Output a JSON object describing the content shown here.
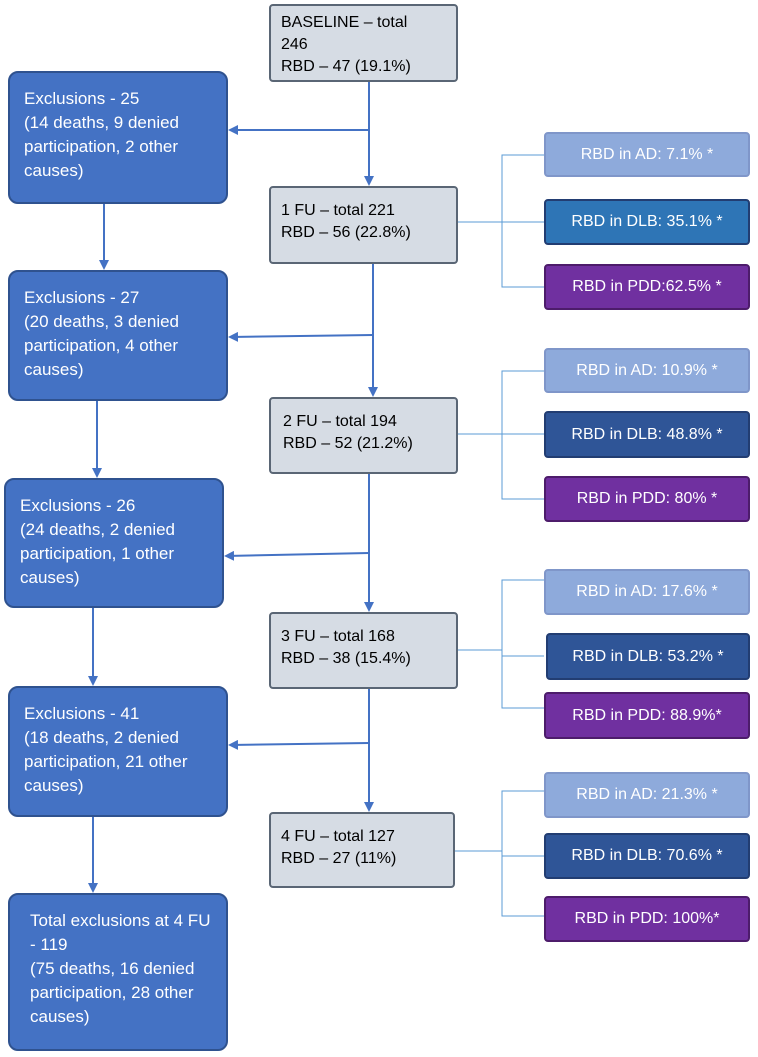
{
  "colors": {
    "stage_fill": "#d6dce4",
    "exclusion_fill": "#4472c4",
    "ad_fill": "#8eaadb",
    "dlb_fill": "#2f5597",
    "dlb_fill_alt": "#2e75b6",
    "pdd_fill": "#7030a0",
    "connector": "#4472c4"
  },
  "stages": [
    {
      "id": "baseline",
      "line1": "BASELINE – total",
      "line2": "246",
      "line3": "RBD – 47 (19.1%)"
    },
    {
      "id": "fu1",
      "line1": "1 FU – total 221",
      "line2": "RBD – 56 (22.8%)"
    },
    {
      "id": "fu2",
      "line1": "2 FU – total 194",
      "line2": "RBD – 52 (21.2%)"
    },
    {
      "id": "fu3",
      "line1": "3 FU – total 168",
      "line2": "RBD – 38 (15.4%)"
    },
    {
      "id": "fu4",
      "line1": "4 FU – total 127",
      "line2": "RBD – 27 (11%)"
    }
  ],
  "exclusions": [
    {
      "title": "Exclusions - 25",
      "detail": "(14 deaths, 9 denied participation, 2 other causes)"
    },
    {
      "title": "Exclusions -  27",
      "detail": "(20 deaths, 3 denied participation, 4 other causes)"
    },
    {
      "title": "Exclusions -  26",
      "detail": "(24 deaths, 2 denied participation, 1 other causes)"
    },
    {
      "title": "Exclusions -  41",
      "detail": "(18 deaths, 2 denied participation, 21 other causes)"
    },
    {
      "title": "Total exclusions at 4 FU -  119",
      "detail": "(75 deaths, 16 denied participation, 28 other causes)"
    }
  ],
  "results": [
    {
      "ad": "RBD in AD: 7.1% *",
      "dlb": "RBD in DLB: 35.1% *",
      "pdd": "RBD in PDD:62.5% *"
    },
    {
      "ad": "RBD in AD: 10.9% *",
      "dlb": "RBD in DLB: 48.8% *",
      "pdd": "RBD in PDD: 80% *"
    },
    {
      "ad": "RBD in AD: 17.6% *",
      "dlb": "RBD in DLB: 53.2% *",
      "pdd": "RBD in PDD: 88.9%*"
    },
    {
      "ad": "RBD in AD: 21.3% *",
      "dlb": "RBD in DLB: 70.6% *",
      "pdd": "RBD in PDD: 100%*"
    }
  ]
}
